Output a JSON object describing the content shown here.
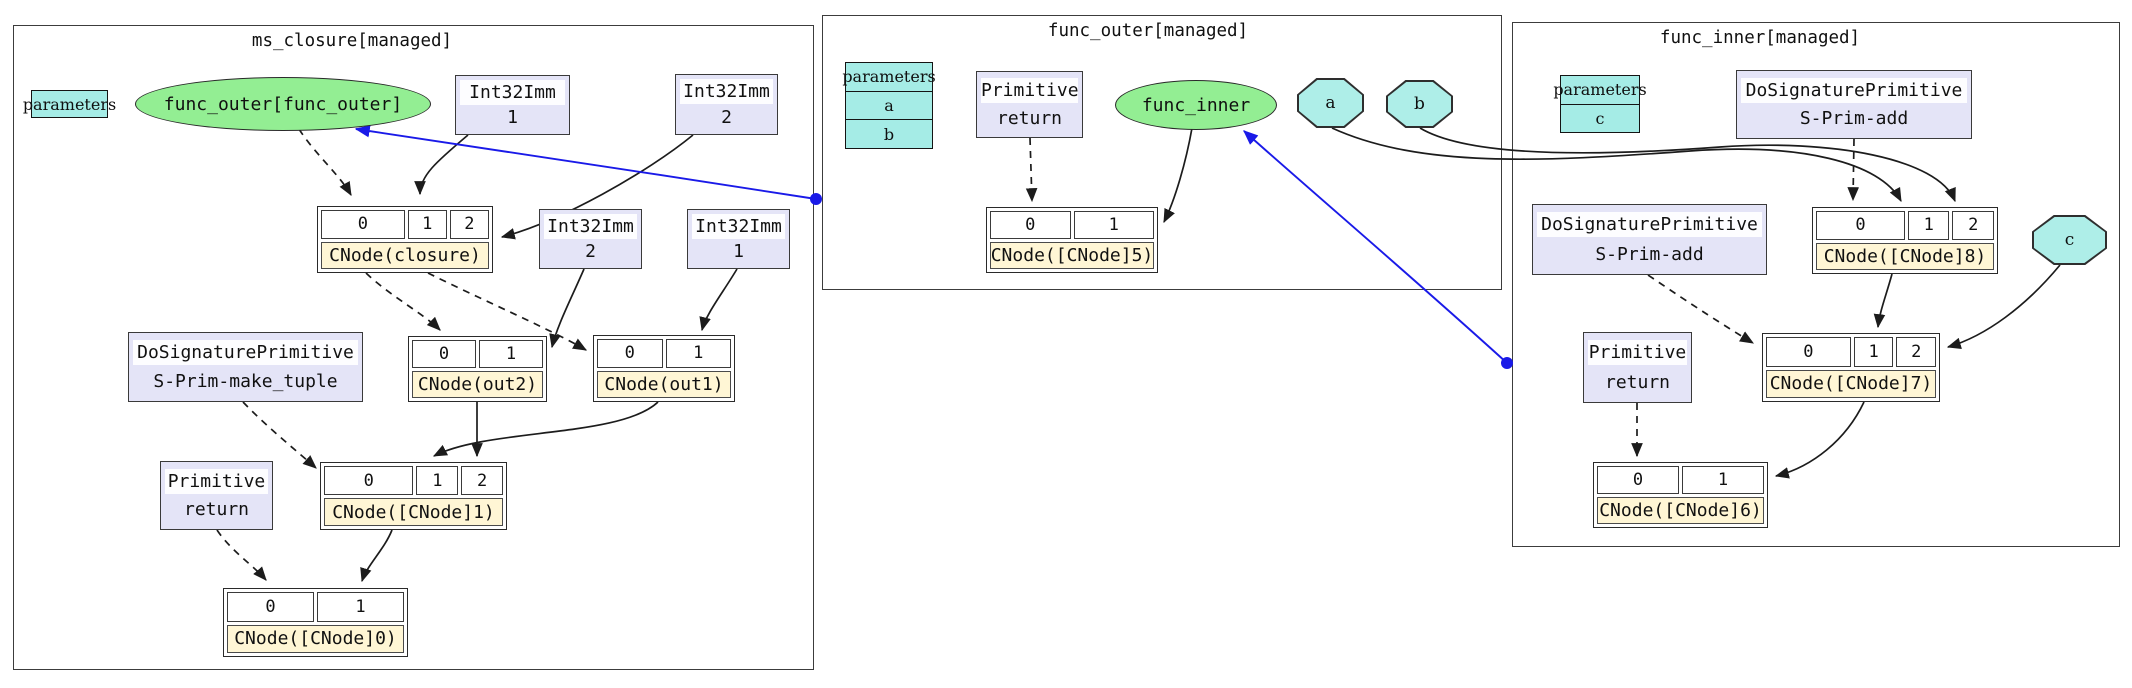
{
  "colors": {
    "funcgraph_fill": "#93EE93",
    "parameter_fill": "#AEEEE8",
    "record_fill": "#E4E4F7",
    "cnode_label_fill": "#FFF6D5",
    "link_blue": "#1a1ae8",
    "edge_black": "#1c1c1c"
  },
  "clusters": {
    "ms_closure": {
      "title": "ms_closure[managed]",
      "parameters": {
        "header": "parameters"
      },
      "funcgraph": "func_outer[func_outer]",
      "imm_top_1": {
        "type": "Int32Imm",
        "value": "1"
      },
      "imm_top_2": {
        "type": "Int32Imm",
        "value": "2"
      },
      "imm_mid_2": {
        "type": "Int32Imm",
        "value": "2"
      },
      "imm_mid_1": {
        "type": "Int32Imm",
        "value": "1"
      },
      "cnode_closure": {
        "cells": [
          "0",
          "1",
          "2"
        ],
        "label": "CNode(closure)"
      },
      "make_tuple": {
        "type": "DoSignaturePrimitive",
        "name": "S-Prim-make_tuple"
      },
      "cnode_out2": {
        "cells": [
          "0",
          "1"
        ],
        "label": "CNode(out2)"
      },
      "cnode_out1": {
        "cells": [
          "0",
          "1"
        ],
        "label": "CNode(out1)"
      },
      "primitive_return": {
        "type": "Primitive",
        "name": "return"
      },
      "cnode_1": {
        "cells": [
          "0",
          "1",
          "2"
        ],
        "label": "CNode([CNode]1)"
      },
      "cnode_0": {
        "cells": [
          "0",
          "1"
        ],
        "label": "CNode([CNode]0)"
      }
    },
    "func_outer": {
      "title": "func_outer[managed]",
      "parameters": {
        "header": "parameters",
        "rows": [
          "a",
          "b"
        ]
      },
      "primitive_return": {
        "type": "Primitive",
        "name": "return"
      },
      "funcgraph": "func_inner",
      "param_a": "a",
      "param_b": "b",
      "cnode_5": {
        "cells": [
          "0",
          "1"
        ],
        "label": "CNode([CNode]5)"
      }
    },
    "func_inner": {
      "title": "func_inner[managed]",
      "parameters": {
        "header": "parameters",
        "rows": [
          "c"
        ]
      },
      "dosig_add_top": {
        "type": "DoSignaturePrimitive",
        "name": "S-Prim-add"
      },
      "cnode_8": {
        "cells": [
          "0",
          "1",
          "2"
        ],
        "label": "CNode([CNode]8)"
      },
      "param_c": "c",
      "dosig_add_left": {
        "type": "DoSignaturePrimitive",
        "name": "S-Prim-add"
      },
      "cnode_7": {
        "cells": [
          "0",
          "1",
          "2"
        ],
        "label": "CNode([CNode]7)"
      },
      "primitive_return": {
        "type": "Primitive",
        "name": "return"
      },
      "cnode_6": {
        "cells": [
          "0",
          "1"
        ],
        "label": "CNode([CNode]6)"
      }
    }
  }
}
